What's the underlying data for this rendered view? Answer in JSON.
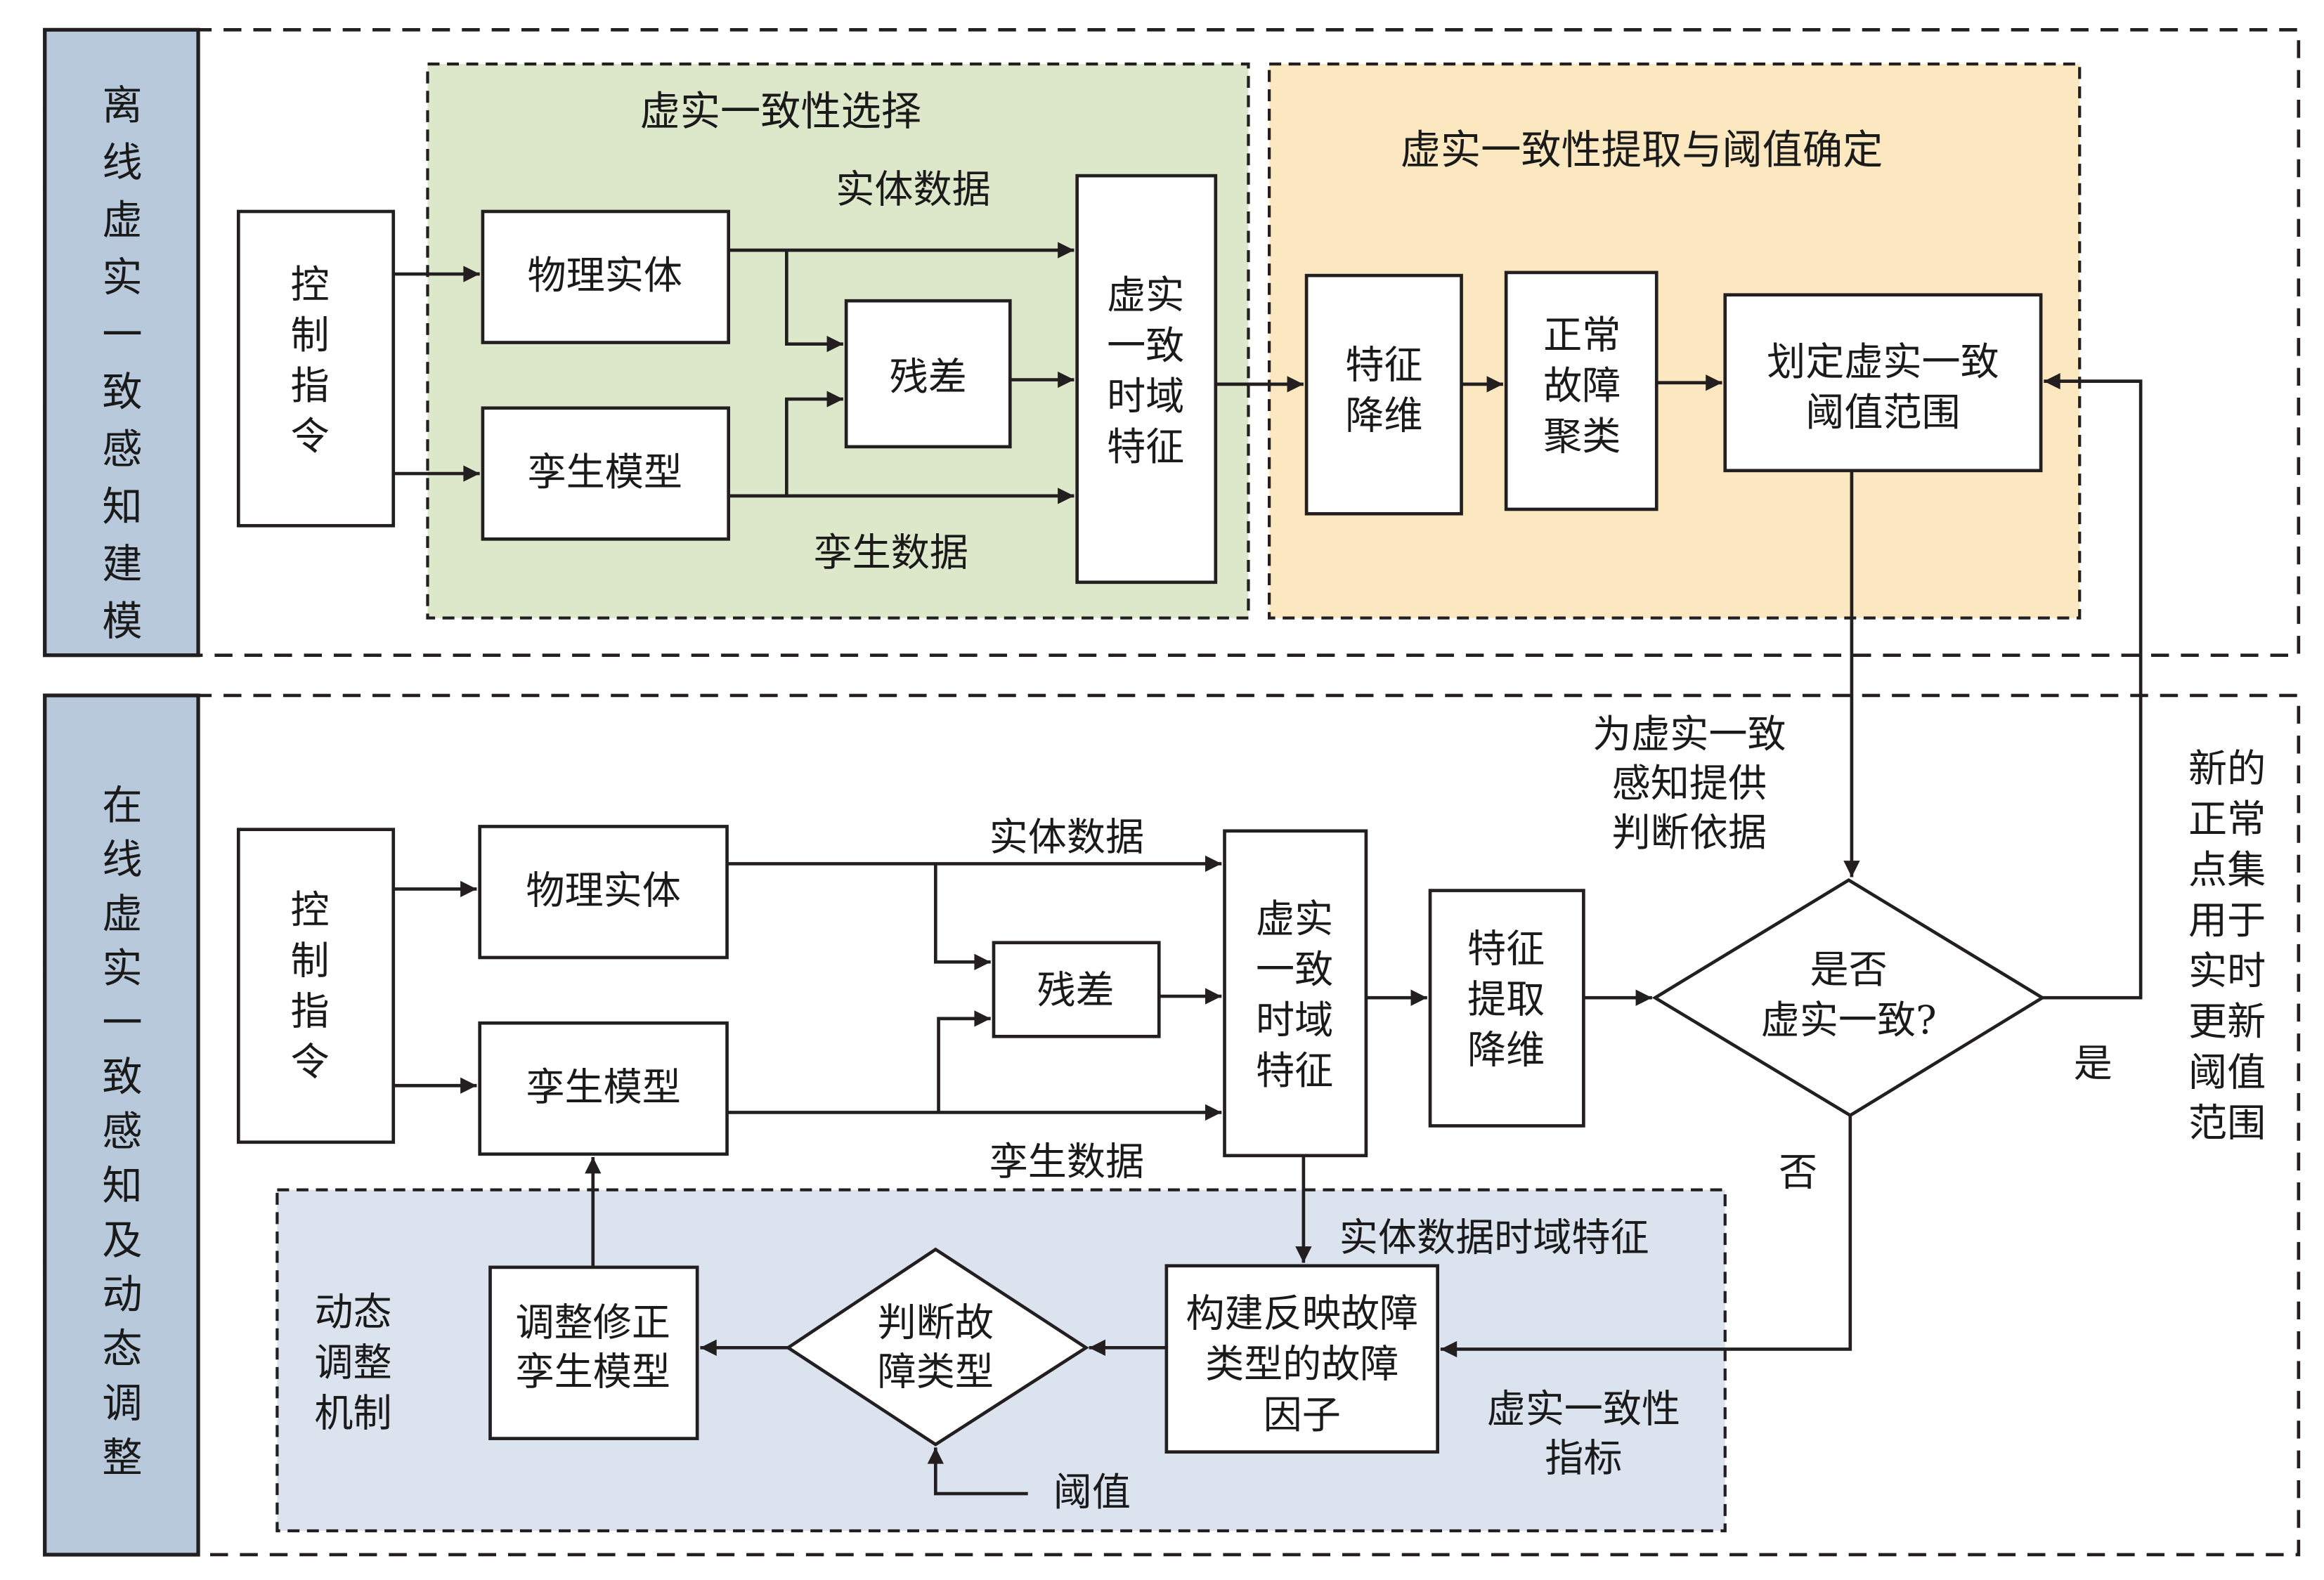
{
  "colors": {
    "sidebar": "#b7c9db",
    "green_panel": "#dde8cb",
    "yellow_panel": "#fbe8c0",
    "blue_panel": "#dbe3ee",
    "line": "#231f20"
  },
  "offline": {
    "sidebar_label": "离线虚实一致感知建模",
    "control": "控制指令",
    "green_panel": {
      "title": "虚实一致性选择",
      "physical_entity": "物理实体",
      "twin_model": "孪生模型",
      "residual": "残差",
      "entity_data": "实体数据",
      "twin_data": "孪生数据",
      "time_feature": [
        "虚实",
        "一致",
        "时域",
        "特征"
      ]
    },
    "yellow_panel": {
      "title": "虚实一致性提取与阈值确定",
      "feature_reduce": [
        "特征",
        "降维"
      ],
      "normal_cluster": [
        "正常",
        "故障",
        "聚类"
      ],
      "threshold_range": [
        "划定虚实一致",
        "阈值范围"
      ]
    }
  },
  "online": {
    "sidebar_label": "在线虚实一致感知及动态调整",
    "control": "控制指令",
    "physical_entity": "物理实体",
    "twin_model": "孪生模型",
    "residual": "残差",
    "entity_data": "实体数据",
    "twin_data": "孪生数据",
    "time_feature": [
      "虚实",
      "一致",
      "时域",
      "特征"
    ],
    "feature_extract": [
      "特征",
      "提取",
      "降维"
    ],
    "decision": [
      "是否",
      "虚实一致?"
    ],
    "basis_note": [
      "为虚实一致",
      "感知提供",
      "判断依据"
    ],
    "yes_label": "是",
    "no_label": "否",
    "update_note": [
      "新的",
      "正常",
      "点集",
      "用于",
      "实时",
      "更新",
      "阈值",
      "范围"
    ],
    "blue_panel": {
      "title": [
        "动态",
        "调整",
        "机制"
      ],
      "entity_time_feature": "实体数据时域特征",
      "fault_factor": [
        "构建反映故障",
        "类型的故障",
        "因子"
      ],
      "judge_fault": [
        "判断故",
        "障类型"
      ],
      "adjust_model": [
        "调整修正",
        "孪生模型"
      ],
      "threshold": "阈值",
      "consistency_index": [
        "虚实一致性",
        "指标"
      ]
    }
  }
}
